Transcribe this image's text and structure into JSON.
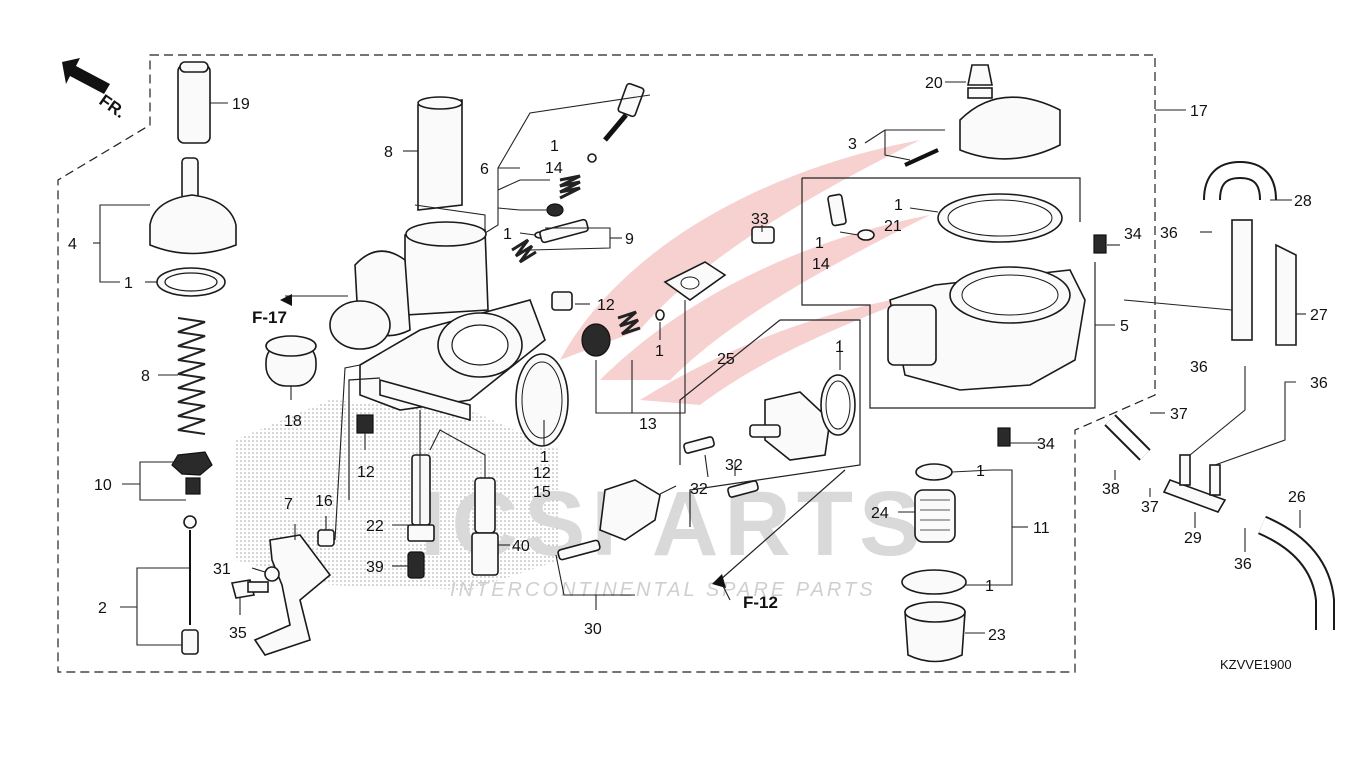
{
  "diagram": {
    "orientation_label": "FR.",
    "diagram_code": "KZVVE1900",
    "watermark": {
      "title": "ICSPARTS",
      "subtitle": "INTERCONTINENTAL SPARE PARTS"
    },
    "references": [
      "F-17",
      "F-12"
    ],
    "callouts": {
      "c19": "19",
      "c8a": "8",
      "c4": "4",
      "c1a": "1",
      "c8b": "8",
      "c10": "10",
      "c2": "2",
      "c6": "6",
      "c1b": "1",
      "c14a": "14",
      "c1c": "1",
      "c9": "9",
      "c12a": "12",
      "c1d": "1",
      "c13": "13",
      "c1e": "1",
      "c12b": "12",
      "c15": "15",
      "c18": "18",
      "c12c": "12",
      "c7": "7",
      "c16": "16",
      "c22": "22",
      "c31": "31",
      "c35": "35",
      "c39": "39",
      "c40": "40",
      "c33": "33",
      "c25": "25",
      "c1f": "1",
      "c32a": "32",
      "c32b": "32",
      "c30": "30",
      "c20": "20",
      "c3": "3",
      "c17": "17",
      "c1g": "1",
      "c21": "21",
      "c1h": "1",
      "c14b": "14",
      "c34a": "34",
      "c5": "5",
      "c34b": "34",
      "c1i": "1",
      "c11": "11",
      "c24": "24",
      "c1j": "1",
      "c23": "23",
      "c28": "28",
      "c36a": "36",
      "c27": "27",
      "c36b": "36",
      "c36c": "36",
      "c37a": "37",
      "c38": "38",
      "c37b": "37",
      "c29": "29",
      "c26": "26",
      "c36d": "36"
    }
  }
}
